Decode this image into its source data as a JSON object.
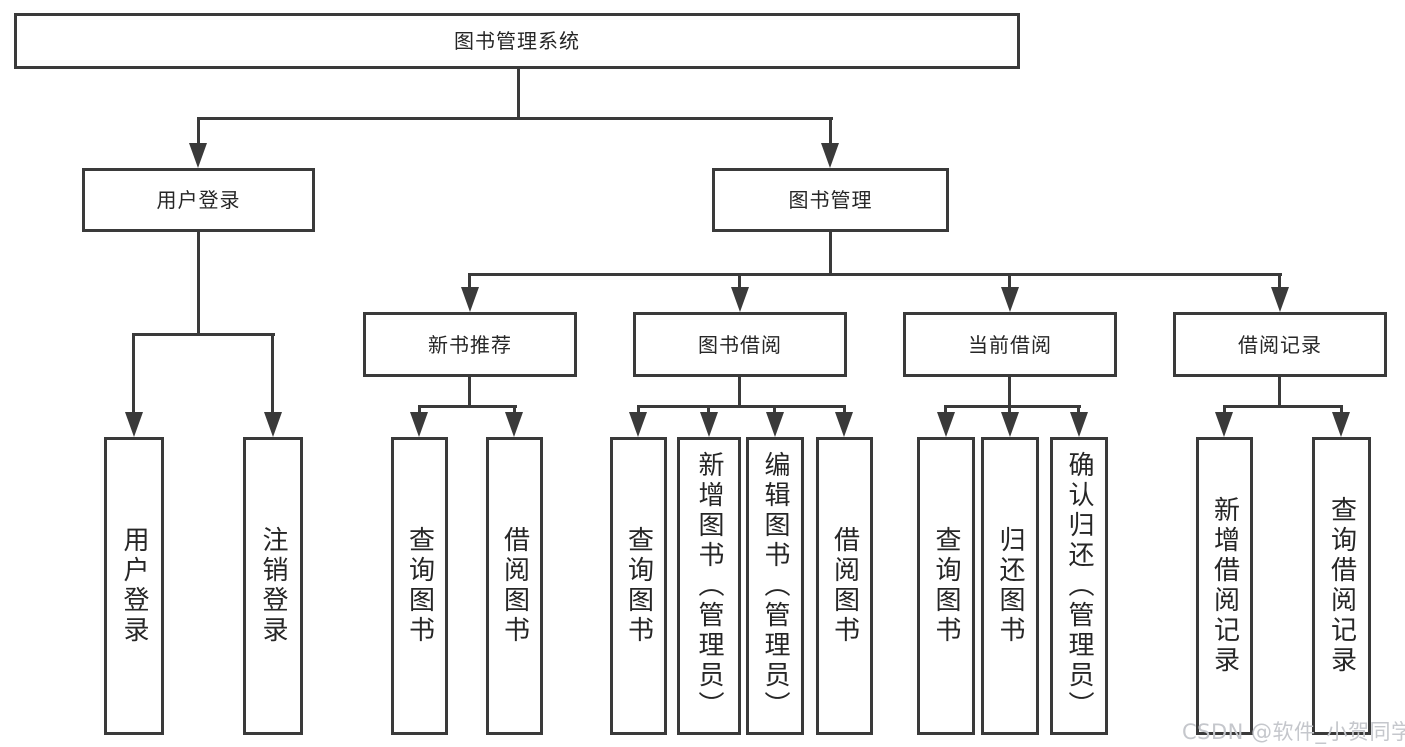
{
  "nodes": {
    "root": "图书管理系统",
    "user_login": "用户登录",
    "book_management": "图书管理",
    "new_book_recommend": "新书推荐",
    "book_borrow": "图书借阅",
    "current_borrow": "当前借阅",
    "borrow_records": "借阅记录"
  },
  "leaves": {
    "login": [
      "用户登录",
      "注销登录"
    ],
    "recommend": [
      "查询图书",
      "借阅图书"
    ],
    "borrow": [
      "查询图书",
      "新增图书（管理员）",
      "编辑图书（管理员）",
      "借阅图书"
    ],
    "current": [
      "查询图书",
      "归还图书",
      "确认归还（管理员）"
    ],
    "records": [
      "新增借阅记录",
      "查询借阅记录"
    ]
  },
  "watermark": "CSDN @软件_小贺同学",
  "colors": {
    "line": "#3a3a3a",
    "text": "#262626",
    "watermark": "#c5c7cc",
    "background": "#ffffff"
  }
}
